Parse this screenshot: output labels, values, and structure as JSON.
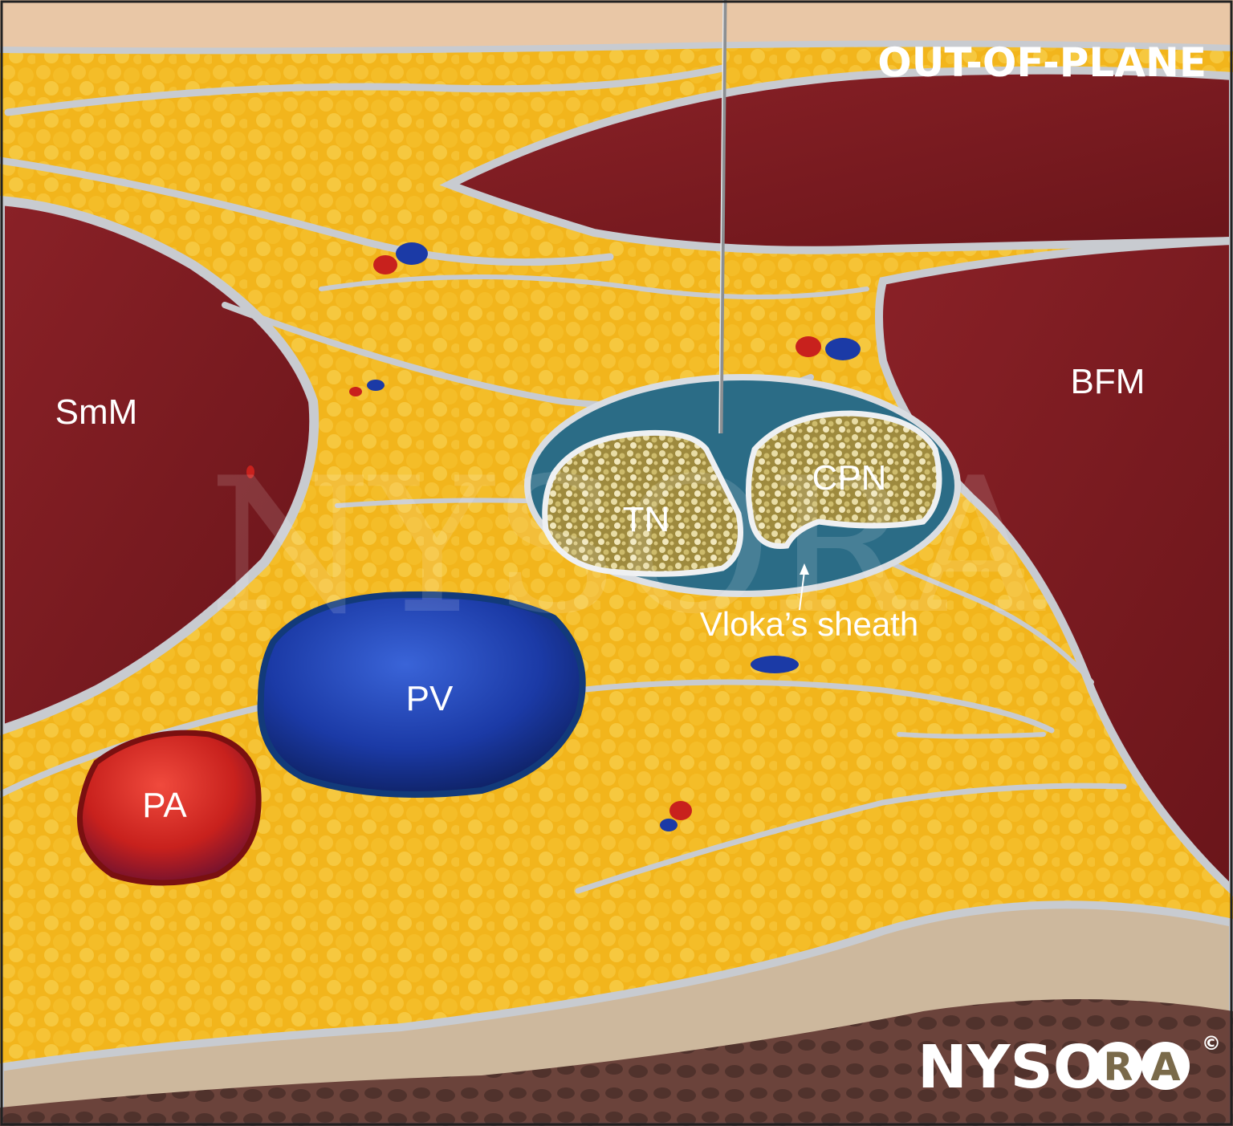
{
  "figure": {
    "approach_title": "OUT-OF-PLANE",
    "labels": {
      "semimembranosus": "SmM",
      "biceps_femoris": "BFM",
      "tibial_nerve": "TN",
      "common_peroneal_nerve": "CPN",
      "sheath": "Vloka’s sheath",
      "popliteal_vein": "PV",
      "popliteal_artery": "PA"
    },
    "watermark": "NYSORA",
    "logo": {
      "text_left": "NYSO",
      "letter_r": "R",
      "letter_a": "A",
      "copyright": "©"
    }
  },
  "colors": {
    "fat": "#f2b51c",
    "muscle": "#7a1a1f",
    "fascia": "#c8cbd0",
    "sheath": "#2b6c86",
    "nerve": "#b9a24f",
    "vein": "#1b3aa6",
    "artery": "#c8211d",
    "bone": "#cdb89d",
    "skin": "#e9c7a6"
  }
}
